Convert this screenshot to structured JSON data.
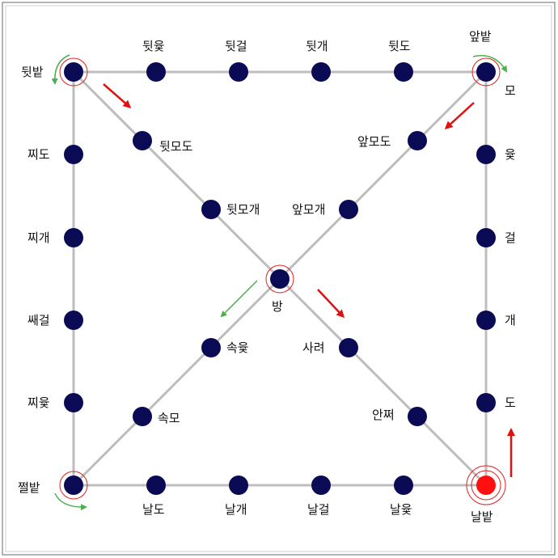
{
  "colors": {
    "node": "#0a0a55",
    "start_node": "#ff1010",
    "path": "#bdbdbd",
    "arrow_main": "#e01010",
    "arrow_alt": "#4caf50",
    "ring": "#e02020",
    "frame": "#9a9a9a"
  },
  "labels": {
    "dwitbat": "뒷밭",
    "dwitnyut": "뒷윷",
    "dwitgeol": "뒷걸",
    "dwitgae": "뒷개",
    "dwitdo": "뒷도",
    "apbat": "앞밭",
    "mo": "모",
    "dwitmodo": "뒷모도",
    "apmodo": "앞모도",
    "jjido": "찌도",
    "nyut": "윷",
    "dwitmogae": "뒷모개",
    "apmogae": "앞모개",
    "jjigae": "찌개",
    "geol": "걸",
    "bang": "방",
    "ssigeol": "쌔걸",
    "gae": "개",
    "sangnyut": "속윷",
    "saryeo": "사려",
    "jjinyut": "찌윷",
    "do": "도",
    "sokmo": "속모",
    "anjjae": "안쩌",
    "jjilbat": "쩔밭",
    "naldo": "날도",
    "nalgae": "날개",
    "nalgeol": "날걸",
    "nalnyut": "날윷",
    "nalbat": "날밭"
  }
}
